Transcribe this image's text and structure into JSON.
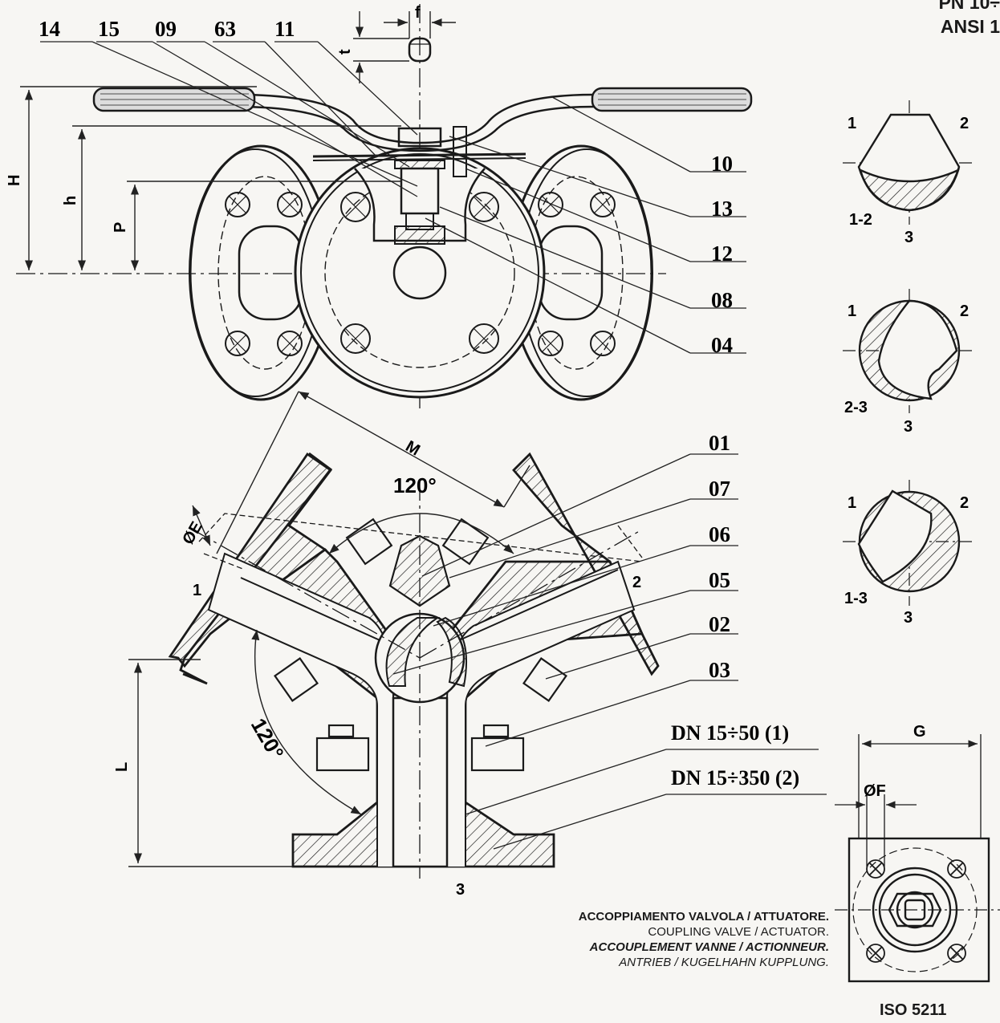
{
  "header": {
    "pressure_rating": "PN 10÷",
    "ansi_rating": "ANSI 1"
  },
  "part_labels_top": [
    "14",
    "15",
    "09",
    "63",
    "11"
  ],
  "part_labels_right_top": [
    "10",
    "13",
    "12",
    "08",
    "04"
  ],
  "part_labels_right_bottom": [
    "01",
    "07",
    "06",
    "05",
    "02",
    "03"
  ],
  "dimensions": {
    "H": "H",
    "h": "h",
    "P": "P",
    "L": "L",
    "M": "M",
    "E": "ØE",
    "f": "f",
    "t": "t",
    "G": "G",
    "F": "ØF"
  },
  "angles": {
    "top": "120°",
    "left": "120°"
  },
  "ports": {
    "p1": "1",
    "p2": "2",
    "p3": "3"
  },
  "dn_labels": [
    "DN 15÷50 (1)",
    "DN 15÷350 (2)"
  ],
  "ball_positions": [
    {
      "in": "1",
      "out": "2",
      "bottom": "3",
      "label": "1-2"
    },
    {
      "in": "1",
      "out": "2",
      "bottom": "3",
      "label": "2-3"
    },
    {
      "in": "1",
      "out": "2",
      "bottom": "3",
      "label": "1-3"
    }
  ],
  "coupling": {
    "it": "ACCOPPIAMENTO VALVOLA /  ATTUATORE.",
    "en": "COUPLING VALVE / ACTUATOR.",
    "fr": "ACCOUPLEMENT VANNE / ACTIONNEUR.",
    "de": "ANTRIEB / KUGELHAHN KUPPLUNG."
  },
  "iso": "ISO 5211"
}
